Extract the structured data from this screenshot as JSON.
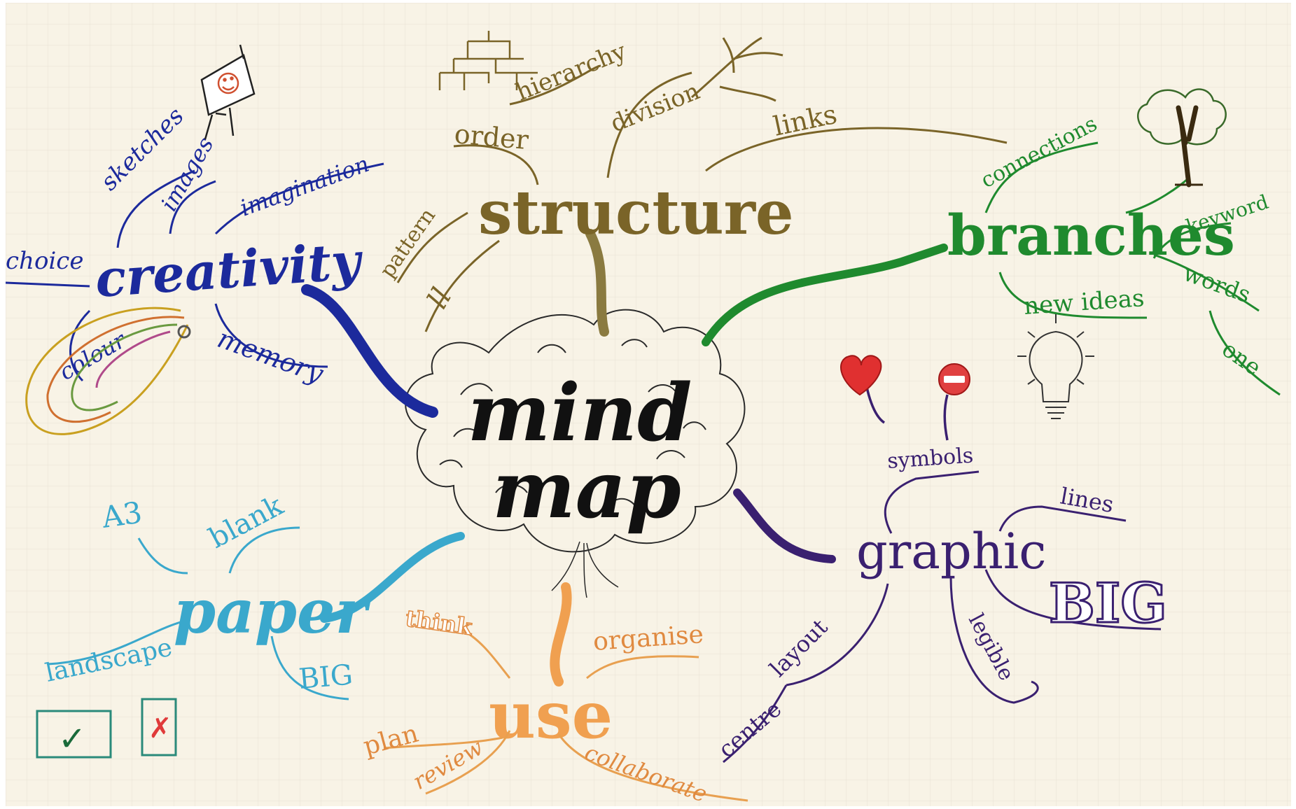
{
  "center": {
    "line1": "mind",
    "line2": "map"
  },
  "colors": {
    "paper": "#f8f3e6",
    "grid": "#d7d2c4",
    "creativity": "#1c2a9c",
    "structure": "#7a6428",
    "branches": "#1f8a2e",
    "graphic": "#4a2a78",
    "use": "#f0a050",
    "paper_branch": "#3aa8cc",
    "ink": "#1a1a1a"
  },
  "branches": {
    "creativity": {
      "label": "creativity",
      "sub": [
        "sketches",
        "images",
        "imagination",
        "choice",
        "colour",
        "memory"
      ]
    },
    "structure": {
      "label": "structure",
      "sub": [
        "hierarchy",
        "division",
        "order",
        "links",
        "pattern",
        "ll"
      ]
    },
    "branches": {
      "label": "branches",
      "sub": [
        "connections",
        "keyword",
        "words",
        "one",
        "new ideas"
      ]
    },
    "graphic": {
      "label": "graphic",
      "sub": [
        "symbols",
        "lines",
        "BIG",
        "legible",
        "layout",
        "centre"
      ]
    },
    "use": {
      "label": "use",
      "sub": [
        "think",
        "organise",
        "plan",
        "review",
        "collaborate"
      ]
    },
    "paper": {
      "label": "paper",
      "sub": [
        "A3",
        "blank",
        "landscape",
        "BIG"
      ]
    }
  },
  "symbols": {
    "tick": "✓",
    "cross": "✗"
  }
}
